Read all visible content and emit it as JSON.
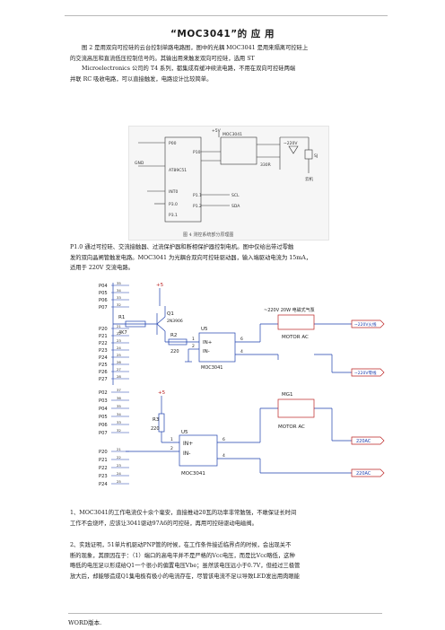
{
  "header": {
    "title": "“MOC3041”的  应  用"
  },
  "intro": {
    "line1": "图 2 是用双向可控硅的云台控制单路电路图，图中的光耦 MOC3041 是用来隔离可控硅上",
    "line2": "的交流高压和直流低压控制信号的。其输出用来触发双向可控硅，选用 ST",
    "line3": "Microelectronics 公司的 T4 系列，都集成有缓冲续流电路，不用在双向可控硅两端",
    "line4": "并联 RC 吸收电路，可以直接触发，电路设计比较简单。"
  },
  "figure1": {
    "caption": "图 4  测控系统部分原理图",
    "labels": {
      "p00": "P00",
      "p10": "P10",
      "cpu": "AT89C51",
      "int0": "INT0",
      "p30": "P3.0",
      "p31": "P3.1",
      "p11": "P1.1",
      "p12": "P1.2",
      "scl": "SCL",
      "sda": "SDA",
      "gnd": "GND",
      "moc": "MOC3041",
      "v5": "+5V",
      "r330": "330R",
      "ac220": "~220V",
      "sj": "SJ",
      "motor": "云机"
    }
  },
  "para2": {
    "line1": "P1.0 通过可控硅、交流接触器、过流保护器和断相保护器控制电机。图中仅给出带过零触",
    "line2": "发的双向晶闸管触发电路。MOC3041 为光耦合双向可控硅驱动器，输入端驱动电流为 15mA，",
    "line3": "适用于 220V 交流电路。"
  },
  "schematic1": {
    "ports": [
      "P04",
      "P05",
      "P06",
      "P07",
      "P20",
      "P21",
      "P22",
      "P23",
      "P24",
      "P25",
      "P26",
      "P27"
    ],
    "pin_top": [
      "35",
      "34",
      "33",
      "32"
    ],
    "pin_bottom": [
      "21",
      "22",
      "23",
      "24",
      "25",
      "26",
      "27",
      "28"
    ],
    "r1": "R1",
    "r1_val": "4K7",
    "q1": "Q1",
    "q1_part": "2N3906",
    "vcc": "+5",
    "r2": "R2",
    "r2_val": "220",
    "u5": "U5",
    "in_plus": "IN+",
    "in_minus": "IN-",
    "pin1": "1",
    "pin2": "2",
    "pin6": "6",
    "pin4": "4",
    "part": "MOC3041",
    "motor": "MOTOR AC",
    "load_label": "~220V  20W 电磁式气泵",
    "fire": "~220V火线",
    "neutral": "~220V零线"
  },
  "schematic2": {
    "ports": [
      "P02",
      "P03",
      "P04",
      "P05",
      "P06",
      "P07",
      "P20",
      "P21",
      "P22",
      "P23",
      "P24"
    ],
    "pin_top": [
      "37",
      "36",
      "35",
      "34",
      "33",
      "32"
    ],
    "pin_bottom": [
      "21",
      "22",
      "23",
      "24",
      "25"
    ],
    "vcc": "+5",
    "r3": "R3",
    "r3_val": "220",
    "u5": "U5",
    "in_plus": "IN+",
    "in_minus": "IN-",
    "pin1": "1",
    "pin2": "2",
    "pin6": "6",
    "pin4": "4",
    "part": "MOC3041",
    "mg": "MG1",
    "motor": "MOTOR AC",
    "ac": "220AC"
  },
  "para3": {
    "line1": "1、MOC3041的工作电流仅十余个毫安，直接推动20瓦的功率非常勉强，不敢保证长时间",
    "line2": "工作不会烧坏，应该让3041驱动97A6的可控硅，再用可控硅驱动电磁阀。"
  },
  "para4": {
    "line1": "2、实践证明，51单片机驱动PNP管的时候，在工作条件接近临界点的时候，会出现关不",
    "line2": "断的现象，其原因在于：（1）端口的高电平并不是严格的Vcc电压，而是比Vcc略低，这种",
    "line3": "略低的电压足以形成给Q1一个很小的偏置电压Vbe；虽然该电压远小于0.7V，但经过三极管",
    "line4": "放大后，却能够造成Q1集电极有极小的电流存在，尽管该电流不足以导致LED发出用肉眼能"
  },
  "footer": {
    "text": "WORD版本."
  }
}
